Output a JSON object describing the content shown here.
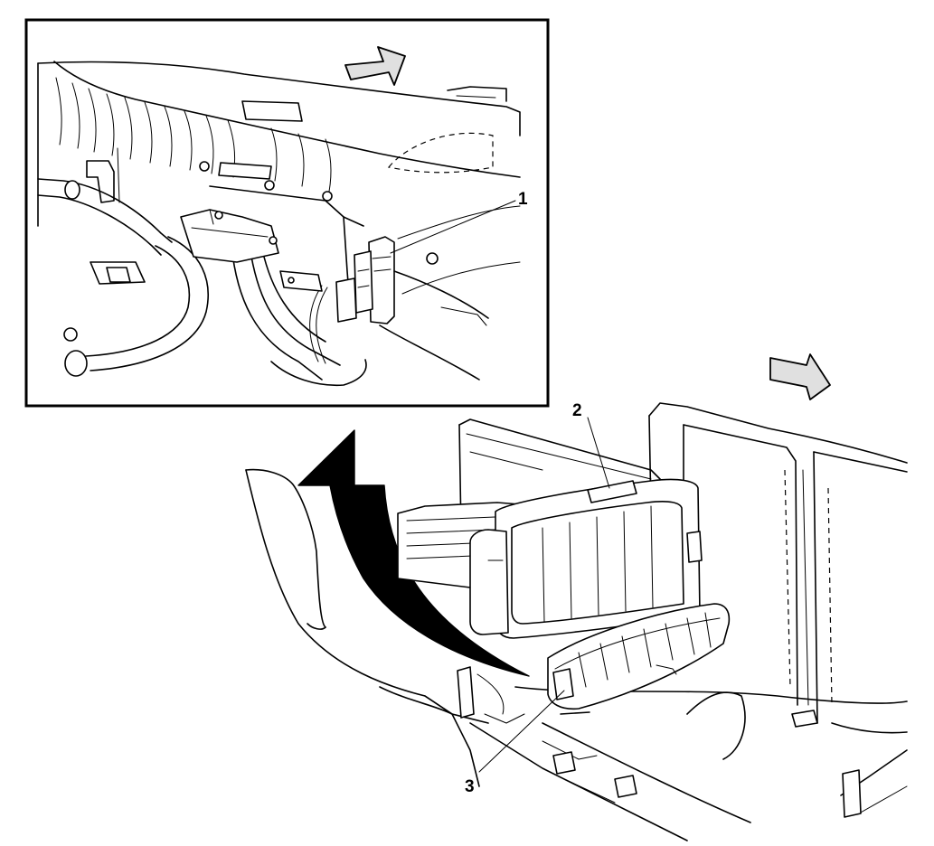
{
  "callouts": [
    {
      "id": "1",
      "label": "1"
    },
    {
      "id": "2",
      "label": "2"
    },
    {
      "id": "3",
      "label": "3"
    }
  ],
  "colors": {
    "ink": "#000000",
    "paper": "#ffffff",
    "arrow_fill": "#000000",
    "direction_arrow_fill": "#e0e0e0"
  },
  "icons": {
    "detail_direction_arrow": "forward-arrow-icon",
    "main_direction_arrow": "forward-arrow-icon",
    "transition_arrow": "curved-up-arrow-icon"
  }
}
